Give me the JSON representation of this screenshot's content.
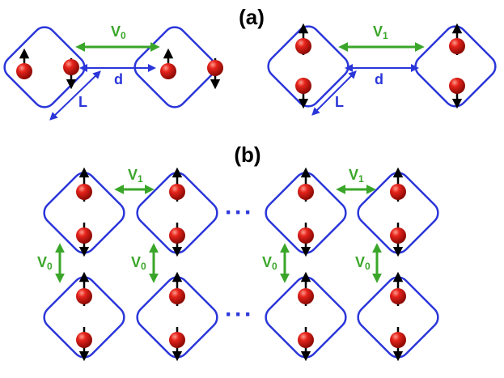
{
  "panels": {
    "a_label": "(a)",
    "b_label": "(b)"
  },
  "labels": {
    "v0_main": "V",
    "v0_sub": "0",
    "v1_main": "V",
    "v1_sub": "1",
    "d": "d",
    "L": "L",
    "ellipsis": "···"
  },
  "colors": {
    "plaquette": "#2b36d9",
    "coupling": "#3aa629",
    "distance": "#2b36d9",
    "particle": "#d61818",
    "spin": "#000000"
  }
}
